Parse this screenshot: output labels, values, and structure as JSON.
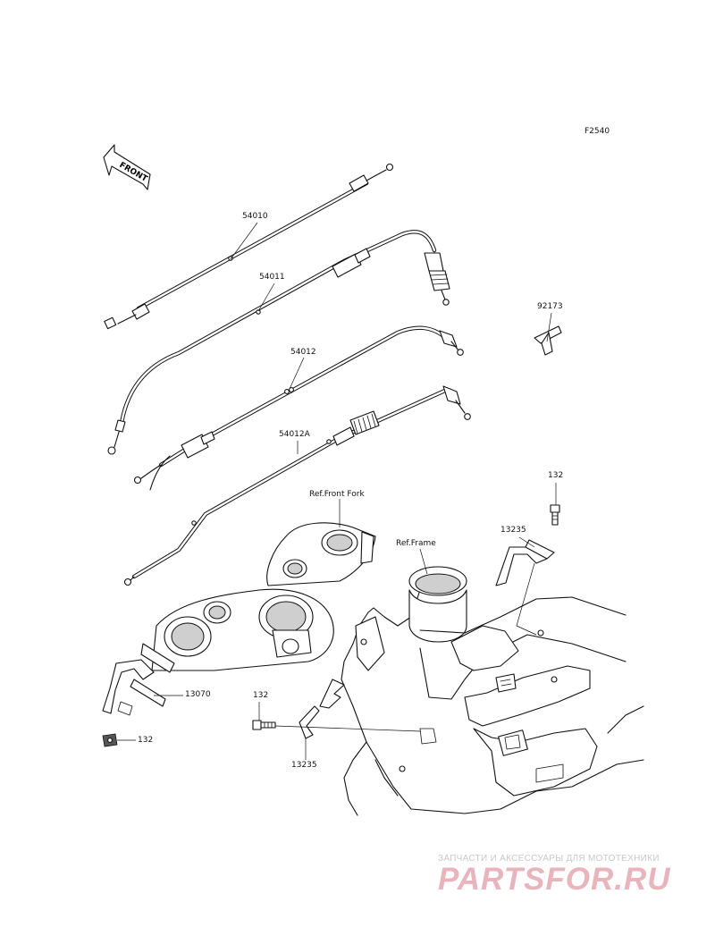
{
  "figure_code": "F2540",
  "front_arrow_text": "FRONT",
  "part_labels": {
    "p54010": "54010",
    "p54011": "54011",
    "p54012": "54012",
    "p54012a": "54012A",
    "p92173": "92173",
    "p132_top": "132",
    "p13235_top": "13235",
    "p13070": "13070",
    "p132_left": "132",
    "p132_mid": "132",
    "p13235_bottom": "13235"
  },
  "references": {
    "front_fork": "Ref.Front Fork",
    "frame": "Ref.Frame"
  },
  "watermark": {
    "line1": "ЗАПЧАСТИ И АКСЕССУАРЫ ДЛЯ МОТОТЕХНИКИ",
    "line2": "PARTSFOR.RU",
    "color": "#e8b5bd"
  }
}
